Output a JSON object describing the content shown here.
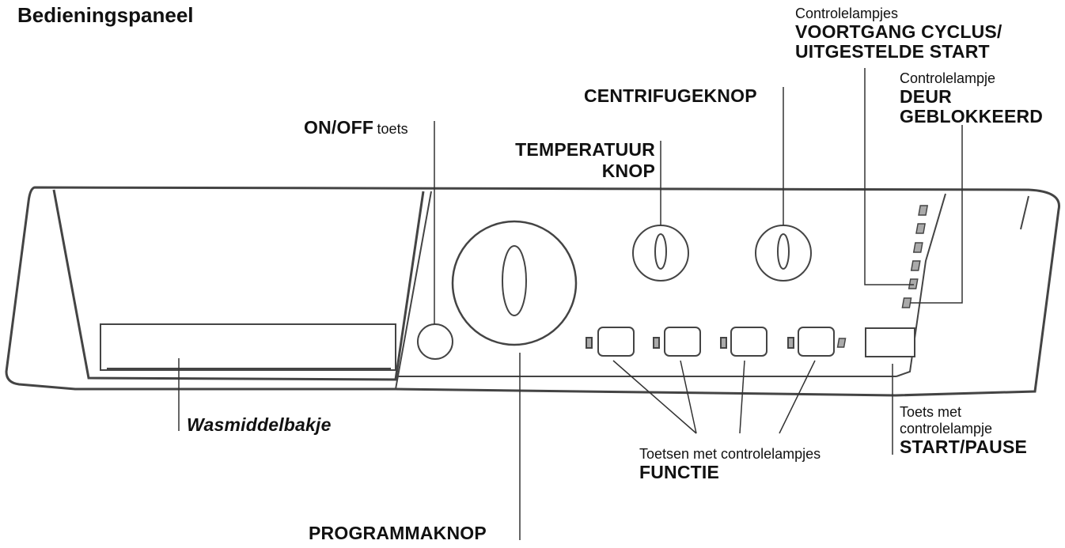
{
  "title": "Bedieningspaneel",
  "labels": {
    "on_off_bold": "ON/OFF",
    "on_off_thin": "toets",
    "temperature_line1": "TEMPERATUUR",
    "temperature_line2": "KNOP",
    "spin": "CENTRIFUGEKNOP",
    "progress_small": "Controlelampjes",
    "progress_line1": "VOORTGANG CYCLUS/",
    "progress_line2": "UITGESTELDE START",
    "door_small": "Controlelampje",
    "door_line1": "DEUR",
    "door_line2": "GEBLOKKEERD",
    "detergent": "Wasmiddelbakje",
    "function_small": "Toetsen met controlelampjes",
    "function_bold": "FUNCTIE",
    "start_small1": "Toets met",
    "start_small2": "controlelampje",
    "start_bold": "START/PAUSE",
    "program": "PROGRAMMAKNOP"
  }
}
